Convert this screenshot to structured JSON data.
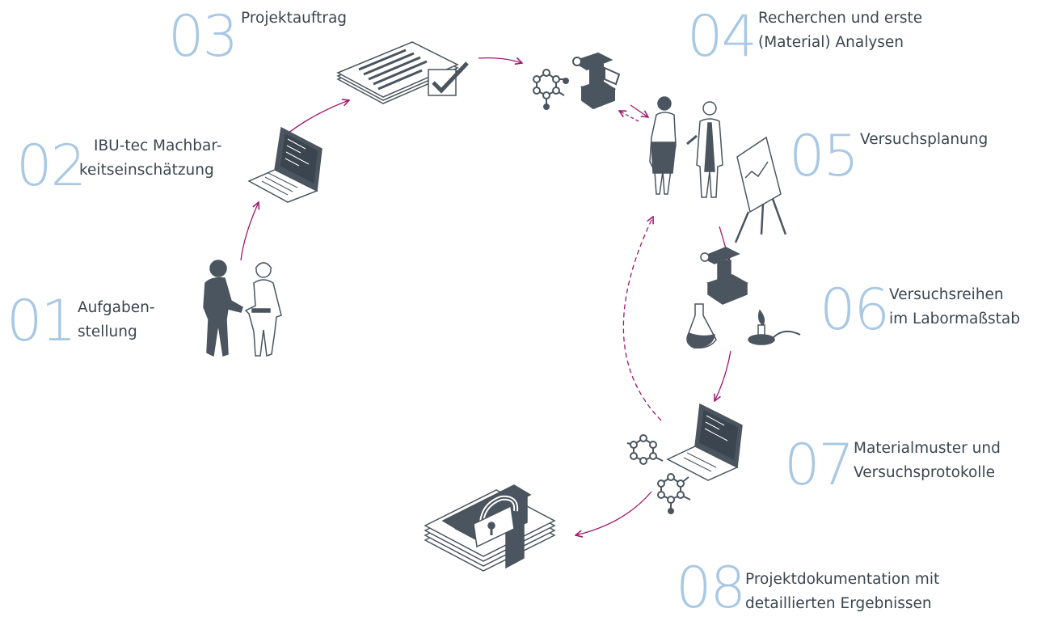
{
  "colors": {
    "number": "#a9c8e4",
    "text": "#3b4550",
    "icon": "#4a555f",
    "icon_light": "#ffffff",
    "arrow": "#a1176f"
  },
  "steps": [
    {
      "number": "01",
      "lines": [
        "Aufgaben-",
        "stellung"
      ],
      "icon": "business-handshake-icon"
    },
    {
      "number": "02",
      "lines": [
        "IBU-tec Machbar-",
        "keitseinschätzung"
      ],
      "icon": "laptop-icon"
    },
    {
      "number": "03",
      "lines": [
        "Projektauftrag"
      ],
      "icon": "document-checkmark-icon"
    },
    {
      "number": "04",
      "lines": [
        "Recherchen und erste",
        "(Material) Analysen"
      ],
      "icon": "molecule-microscope-icon"
    },
    {
      "number": "05",
      "lines": [
        "Versuchsplanung"
      ],
      "icon": "researchers-flipchart-icon"
    },
    {
      "number": "06",
      "lines": [
        "Versuchsreihen",
        "im Labormaßstab"
      ],
      "icon": "lab-equipment-icon"
    },
    {
      "number": "07",
      "lines": [
        "Materialmuster und",
        "Versuchsprotokolle"
      ],
      "icon": "laptop-molecules-icon"
    },
    {
      "number": "08",
      "lines": [
        "Projektdokumentation mit",
        "detaillierten Ergebnissen"
      ],
      "icon": "locked-documents-icon"
    }
  ]
}
